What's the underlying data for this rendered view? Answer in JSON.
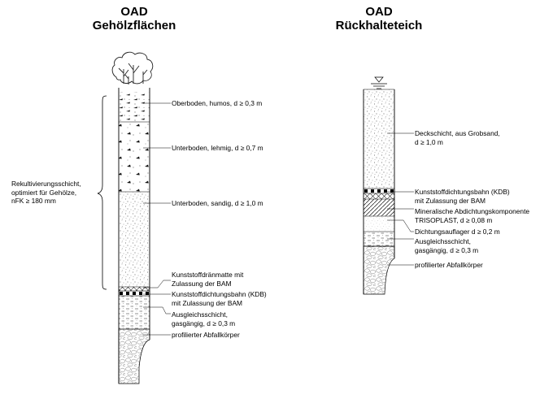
{
  "left_column": {
    "title_line1": "OAD",
    "title_line2": "Gehölzflächen",
    "bracket_label": [
      "Rekultivierungsschicht,",
      "optimiert für Gehölze,",
      "nFK ≥ 180 mm"
    ],
    "layers": [
      {
        "lines": [
          "Oberboden, humos, d ≥ 0,3 m"
        ]
      },
      {
        "lines": [
          "Unterboden, lehmig, d ≥ 0,7 m"
        ]
      },
      {
        "lines": [
          "Unterboden, sandig, d ≥ 1,0 m"
        ]
      },
      {
        "lines": [
          "Kunststoffdränmatte mit",
          "Zulassung der BAM"
        ]
      },
      {
        "lines": [
          "Kunststoffdichtungsbahn (KDB)",
          "mit Zulassung der BAM"
        ]
      },
      {
        "lines": [
          "Ausgleichsschicht,",
          "gasgängig, d ≥ 0,3 m"
        ]
      },
      {
        "lines": [
          "profilierter Abfallkörper"
        ]
      }
    ]
  },
  "right_column": {
    "title_line1": "OAD",
    "title_line2": "Rückhalteteich",
    "layers": [
      {
        "lines": [
          "Deckschicht, aus Grobsand,",
          "d ≥ 1,0 m"
        ]
      },
      {
        "lines": [
          "Kunststoffdichtungsbahn (KDB)",
          "mit Zulassung der BAM"
        ]
      },
      {
        "lines": [
          "Mineralische Abdichtungskomponente",
          "TRISOPLAST, d ≥ 0,08 m"
        ]
      },
      {
        "lines": [
          "Dichtungsauflager d ≥ 0,2 m"
        ]
      },
      {
        "lines": [
          "Ausgleichsschicht,",
          "gasgängig, d ≥ 0,3 m"
        ]
      },
      {
        "lines": [
          "profilierter Abfallkörper"
        ]
      }
    ]
  }
}
